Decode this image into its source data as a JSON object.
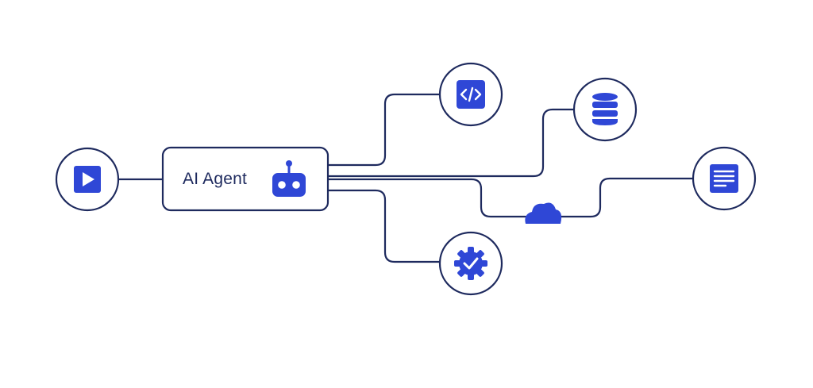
{
  "diagram": {
    "agent": {
      "label": "AI Agent",
      "icon": "robot-icon"
    },
    "colors": {
      "line": "#1e2a5e",
      "accent": "#2f47d6",
      "background": "#ffffff"
    },
    "nodes": [
      {
        "id": "trigger",
        "icon": "play-icon"
      },
      {
        "id": "code",
        "icon": "code-icon"
      },
      {
        "id": "database",
        "icon": "database-icon"
      },
      {
        "id": "document",
        "icon": "document-icon"
      },
      {
        "id": "cloud",
        "icon": "cloud-icon"
      },
      {
        "id": "verify",
        "icon": "verified-gear-icon"
      }
    ]
  }
}
